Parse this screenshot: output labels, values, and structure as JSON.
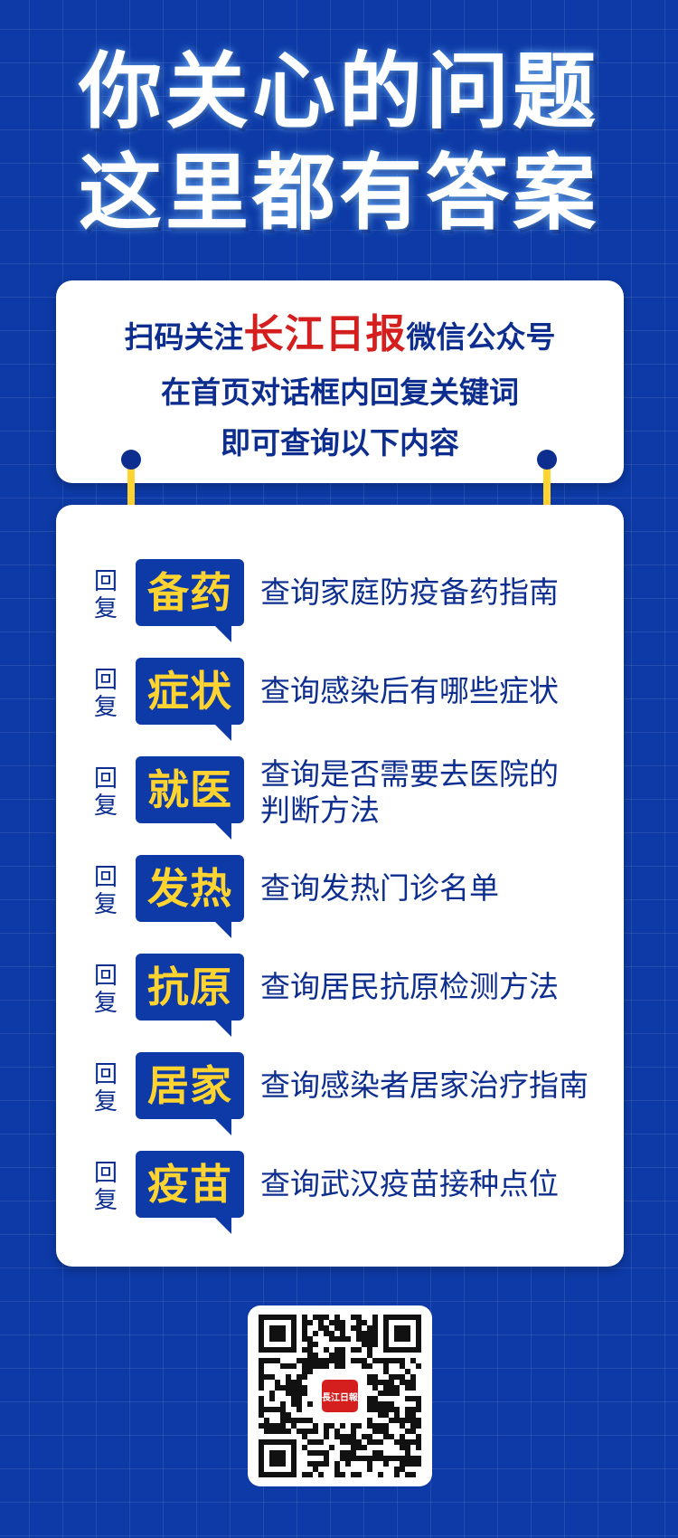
{
  "headline": {
    "line1": "你关心的问题",
    "line2": "这里都有答案"
  },
  "intro": {
    "prefix": "扫码关注",
    "brand": "长江日报",
    "suffix": "微信公众号",
    "line2": "在首页对话框内回复关键词",
    "line3": "即可查询以下内容"
  },
  "reply_label": {
    "char1": "回",
    "char2": "复"
  },
  "items": [
    {
      "keyword": "备药",
      "description": "查询家庭防疫备药指南"
    },
    {
      "keyword": "症状",
      "description": "查询感染后有哪些症状"
    },
    {
      "keyword": "就医",
      "description": "查询是否需要去医院的\n判断方法"
    },
    {
      "keyword": "发热",
      "description": "查询发热门诊名单"
    },
    {
      "keyword": "抗原",
      "description": "查询居民抗原检测方法"
    },
    {
      "keyword": "居家",
      "description": "查询感染者居家治疗指南"
    },
    {
      "keyword": "疫苗",
      "description": "查询武汉疫苗接种点位"
    }
  ],
  "qr_logo_text": "長江日報",
  "colors": {
    "background": "#0d3aa6",
    "text_blue": "#0d2e8e",
    "brand_red": "#d51f1f",
    "keyword_yellow": "#ffd431",
    "card": "#ffffff"
  }
}
